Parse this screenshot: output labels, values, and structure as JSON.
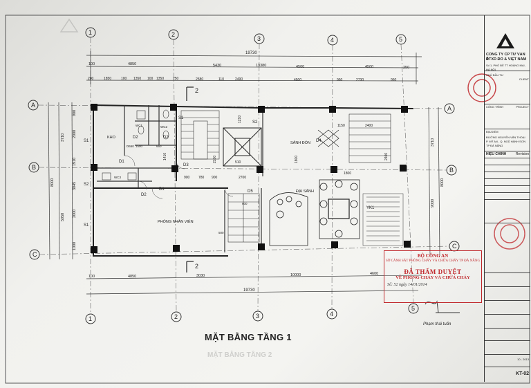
{
  "drawing": {
    "title": "MẶT BẰNG TẦNG 1",
    "ghost_title": "MẶT BẰNG TẦNG 2",
    "grid_columns": [
      "1",
      "2",
      "3",
      "4",
      "5"
    ],
    "grid_rows": [
      "A",
      "B",
      "C"
    ],
    "section_marker": "2",
    "dimensions_top": {
      "overall": "19730",
      "mid": [
        "100",
        "4850",
        "5430",
        "19380",
        "4500",
        "4500",
        "250"
      ],
      "detail": [
        "200",
        "1850",
        "100",
        "1350",
        "100",
        "1350",
        "250",
        "2580",
        "110",
        "2490",
        "4500",
        "950",
        "2730",
        "950"
      ]
    },
    "dimensions_bottom": {
      "overall": "19730",
      "mid": [
        "100",
        "4850",
        "3030",
        "10000",
        "4600"
      ]
    },
    "dimensions_left": [
      "3710",
      "900",
      "2000",
      "1910",
      "3045",
      "2000",
      "5050",
      "8000",
      "1000"
    ],
    "dimensions_right": [
      "3710",
      "9000",
      "8000"
    ],
    "inner_dims": [
      "900",
      "780",
      "900",
      "2700",
      "1150",
      "2400",
      "1800",
      "1210",
      "1410",
      "2100",
      "1800",
      "2400",
      "510"
    ],
    "rooms": {
      "kho": "KHO",
      "sanh_don": "SẢNH ĐÓN",
      "phong_nhan_vien": "PHÒNG NHÂN VIÊN",
      "dai_sanh": "ĐẠI SẢNH",
      "wc1": "WC1",
      "wc2": "WC2",
      "wc3": "WC3"
    },
    "door_tags": [
      "D1",
      "D1",
      "D2",
      "D2",
      "D2",
      "D3",
      "D4",
      "D5",
      "S1",
      "S1",
      "S1",
      "S2",
      "S2",
      "S4",
      "D650",
      "650",
      "YK1",
      "600",
      "500",
      "1500"
    ]
  },
  "title_block": {
    "company": "CÔNG TY CP TƯ VẤN &",
    "company2": "ĐTXD ĐÔ & VIỆT NAM",
    "address": "Số 1, PHỐ ĐỀ TT HOÀNG MAI, HÀ NỘI",
    "client_label": "CHỦ ĐẦU TƯ",
    "client": "CLIENT",
    "project_label": "CÔNG TRÌNH",
    "project": "PROJECT",
    "address_label": "ĐỊA ĐIỂM",
    "addr1": "ĐƯỜNG NGUYỄN VĂN THOẠI",
    "addr2": "P. MỸ AN - Q. NGŨ HÀNH SƠN",
    "addr3": "TP ĐÀ NẴNG",
    "revision_label": "HIỆU CHỈNH",
    "revision": "Revision",
    "sheet_code": "KT-02",
    "date": "10 - 2013"
  },
  "stamp": {
    "org": "BỘ CÔNG AN",
    "dept": "SỞ CẢNH SÁT PHÒNG CHÁY VÀ CHỮA CHÁY TP ĐÀ NẴNG",
    "approved": "ĐÃ THẨM DUYỆT",
    "approved_sub": "VỀ PHÒNG CHÁY VÀ CHỮA CHÁY",
    "number_line": "Số: 52 ngày 14/01/2014",
    "signer": "Phạm thái tuấn"
  },
  "colors": {
    "line": "#2a2a2a",
    "stamp_red": "#c0282c",
    "paper": "#f1f1ee"
  }
}
